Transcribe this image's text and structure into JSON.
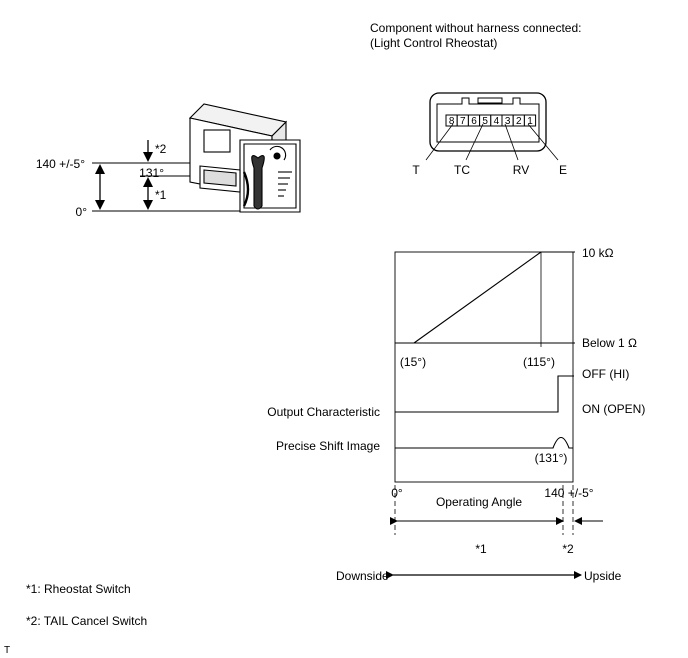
{
  "connector": {
    "caption_line1": "Component without harness connected:",
    "caption_line2": "(Light Control Rheostat)",
    "pins": [
      "8",
      "7",
      "6",
      "5",
      "4",
      "3",
      "2",
      "1"
    ],
    "terminals": [
      "T",
      "TC",
      "RV",
      "E"
    ]
  },
  "switch_figure": {
    "angle_top": "140 +/-5°",
    "angle_mid": "131°",
    "angle_zero": "0°",
    "marker_2": "*2",
    "marker_1": "*1"
  },
  "chart": {
    "resistance_high": "10 kΩ",
    "resistance_low": "Below 1 Ω",
    "angle_15": "(15°)",
    "angle_115": "(115°)",
    "off_label": "OFF (HI)",
    "on_label": "ON (OPEN)",
    "output_label": "Output Characteristic",
    "shift_label": "Precise Shift Image",
    "angle_131": "(131°)",
    "x_start": "0°",
    "x_end": "140 +/-5°",
    "x_title": "Operating Angle",
    "range_1": "*1",
    "range_2": "*2",
    "downside": "Downside",
    "upside": "Upside"
  },
  "legend": {
    "item1": "*1: Rheostat Switch",
    "item2": "*2: TAIL Cancel Switch"
  },
  "footer_mark": "T"
}
